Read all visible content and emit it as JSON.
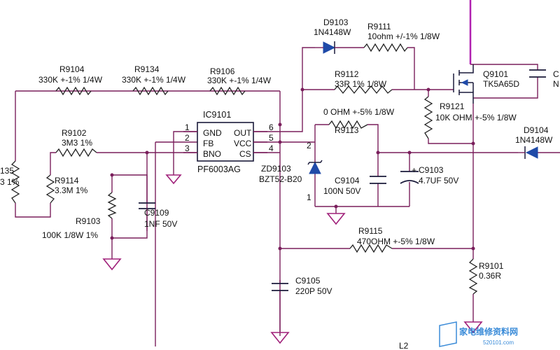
{
  "ic": {
    "ref": "IC9101",
    "part": "PF6003AG",
    "pins": {
      "p1": "1",
      "p2": "2",
      "p3": "3",
      "p4": "4",
      "p5": "5",
      "p6": "6"
    },
    "pin_names": {
      "gnd": "GND",
      "fb": "FB",
      "bno": "BNO",
      "out": "OUT",
      "vcc": "VCC",
      "cs": "CS"
    }
  },
  "components": {
    "D9103": {
      "ref": "D9103",
      "value": "1N4148W"
    },
    "R9111": {
      "ref": "R9111",
      "value": "10ohm +/-1% 1/8W"
    },
    "R9104": {
      "ref": "R9104",
      "value": "330K +-1% 1/4W"
    },
    "R9134": {
      "ref": "R9134",
      "value": "330K +-1% 1/4W"
    },
    "R9106": {
      "ref": "R9106",
      "value": "330K +-1% 1/4W"
    },
    "R9112": {
      "ref": "R9112",
      "value": "33R 1% 1/8W"
    },
    "Q9101": {
      "ref": "Q9101",
      "value": "TK5A65D"
    },
    "R9121": {
      "ref": "R9121",
      "value": "10K OHM +-5% 1/8W"
    },
    "R9113": {
      "ref": "R9113",
      "value": "0 OHM +-5% 1/8W"
    },
    "D9104": {
      "ref": "D9104",
      "value": "1N4148W"
    },
    "R9102": {
      "ref": "R9102",
      "value": "3M3 1%"
    },
    "R9114": {
      "ref": "R9114",
      "value": "3.3M 1%"
    },
    "ZD9103": {
      "ref": "ZD9103",
      "value": "BZT52-B20",
      "pin_top": "2",
      "pin_bottom": "1"
    },
    "C9104": {
      "ref": "C9104",
      "value": "100N 50V"
    },
    "C9103": {
      "ref": "C9103",
      "value": "4.7UF 50V",
      "polarity": "+"
    },
    "R9103": {
      "ref": "R9103",
      "value": "100K 1/8W 1%"
    },
    "C9109": {
      "ref": "C9109",
      "value": "1NF 50V"
    },
    "R9115": {
      "ref": "R9115",
      "value": "470OHM +-5% 1/8W"
    },
    "R9101": {
      "ref": "R9101",
      "value": "0.36R"
    },
    "C9105": {
      "ref": "C9105",
      "value": "220P 50V"
    }
  },
  "partial_labels": {
    "left_ref": "135",
    "left_value": "3 1%",
    "right_cap_ref": "C",
    "right_cap_value": "N",
    "bottom_ref": "L2"
  },
  "watermark": {
    "text": "家电维修资料网",
    "url": "520101.com"
  },
  "colors": {
    "wire": "#7a1f5c",
    "power_wire": "#b020b0",
    "diode_fill": "#1f4aa8",
    "component": "#1a1a3a",
    "watermark": "#3a8bd8"
  }
}
